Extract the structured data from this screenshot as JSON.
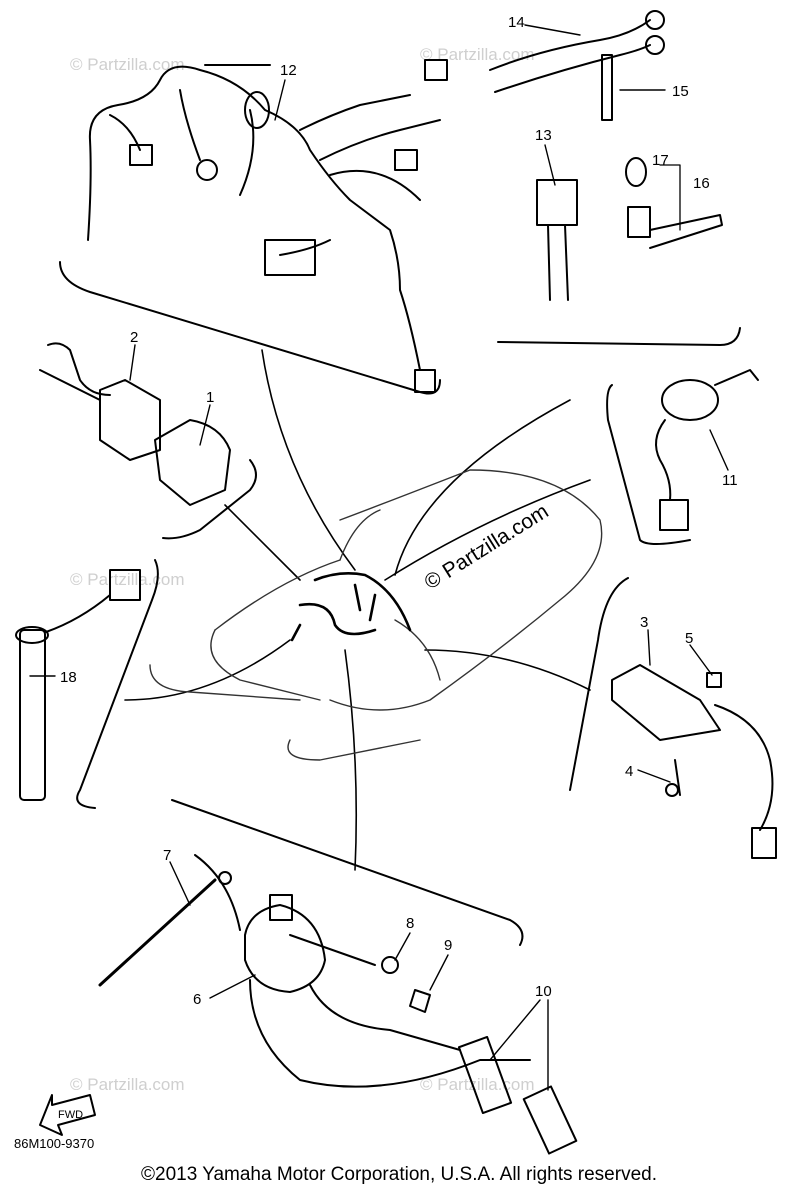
{
  "diagram": {
    "part_labels": {
      "p1": "1",
      "p2": "2",
      "p3": "3",
      "p4": "4",
      "p5": "5",
      "p6": "6",
      "p7": "7",
      "p8": "8",
      "p9": "9",
      "p10": "10",
      "p11": "11",
      "p12": "12",
      "p13": "13",
      "p14": "14",
      "p15": "15",
      "p16": "16",
      "p17": "17",
      "p18": "18"
    },
    "drawing_code": "86M100-9370",
    "fwd_label": "FWD",
    "watermark": "© Partzilla.com",
    "watermark_main": "© Partzilla.com"
  },
  "footer": {
    "copyright": "©2013 Yamaha Motor Corporation, U.S.A. All rights reserved."
  }
}
